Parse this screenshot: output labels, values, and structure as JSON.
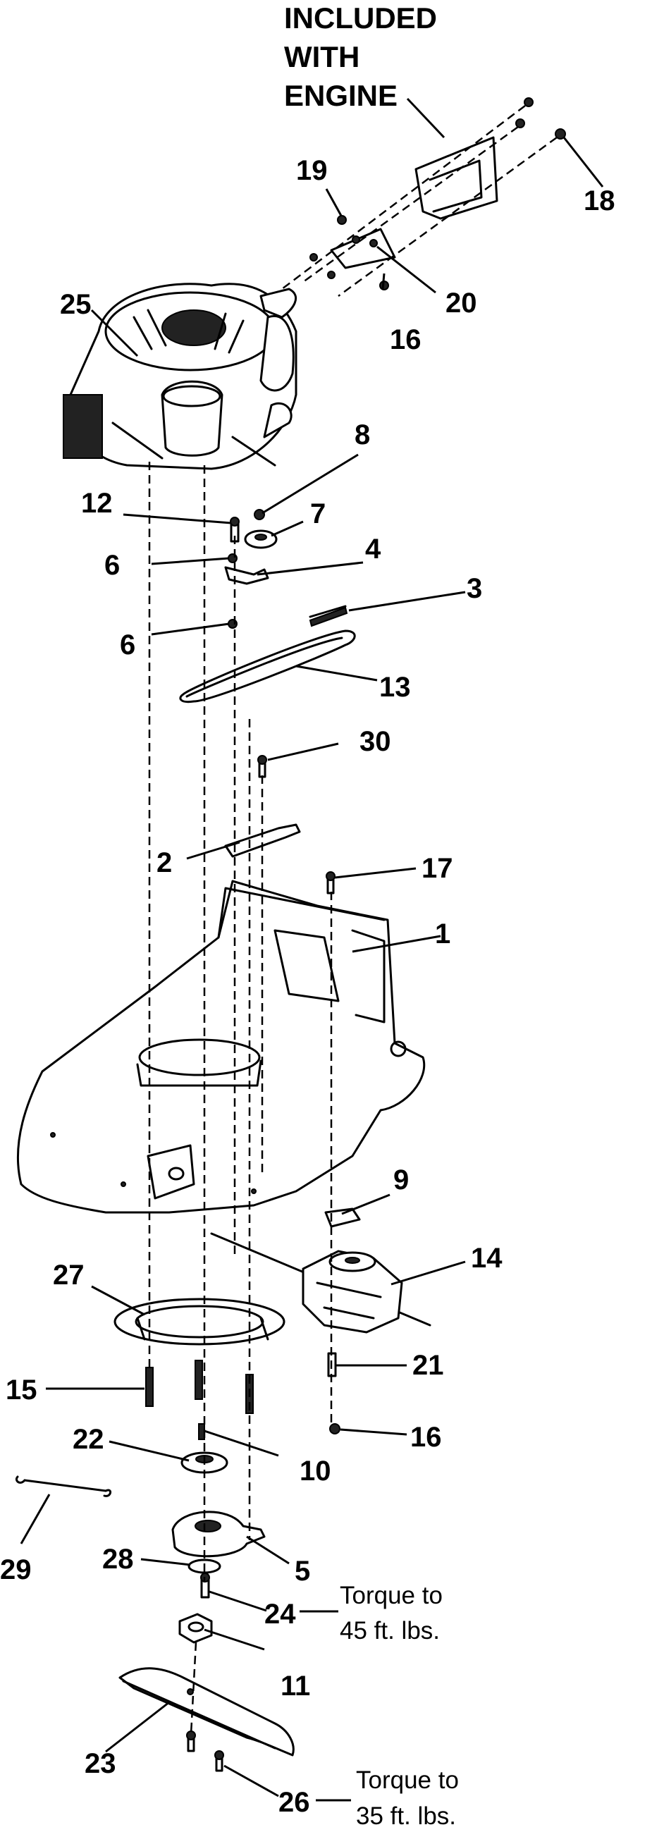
{
  "header": {
    "included_with_engine": [
      "INCLUDED",
      "WITH",
      "ENGINE"
    ]
  },
  "callouts": {
    "p1": "1",
    "p2": "2",
    "p3": "3",
    "p4": "4",
    "p5": "5",
    "p6a": "6",
    "p6b": "6",
    "p7": "7",
    "p8": "8",
    "p9": "9",
    "p10": "10",
    "p11": "11",
    "p12": "12",
    "p13": "13",
    "p14": "14",
    "p15": "15",
    "p16a": "16",
    "p16b": "16",
    "p17": "17",
    "p18": "18",
    "p19": "19",
    "p20": "20",
    "p21": "21",
    "p22": "22",
    "p23": "23",
    "p24": "24",
    "p25": "25",
    "p26": "26",
    "p27": "27",
    "p28": "28",
    "p29": "29",
    "p30": "30"
  },
  "notes": {
    "torque_24": [
      "Torque to",
      "45 ft. lbs."
    ],
    "torque_26": [
      "Torque to",
      "35 ft. lbs."
    ]
  }
}
